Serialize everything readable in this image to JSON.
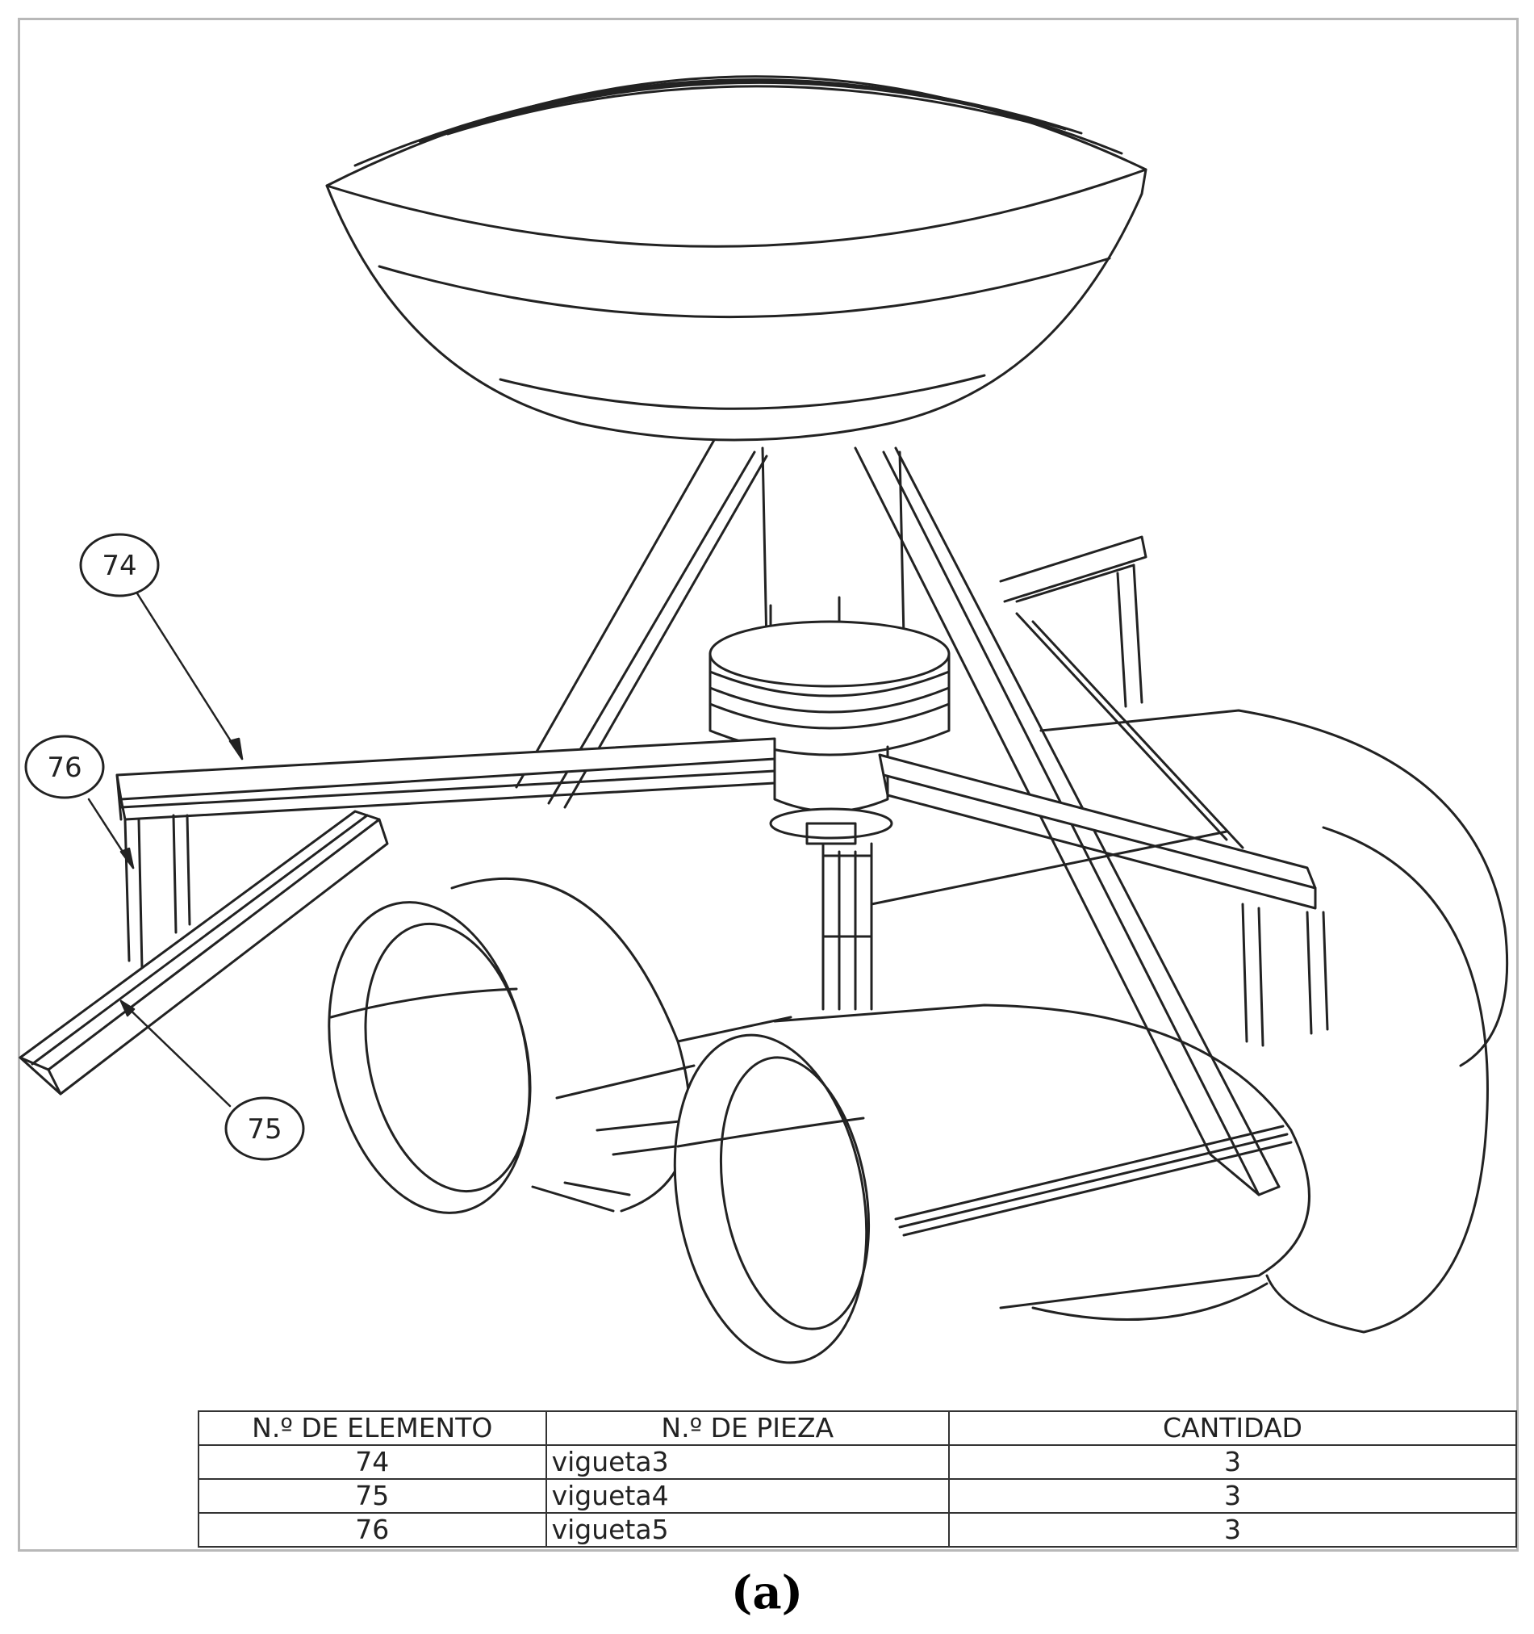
{
  "callouts": [
    {
      "label": "74",
      "icon": "balloon-callout"
    },
    {
      "label": "76",
      "icon": "balloon-callout"
    },
    {
      "label": "75",
      "icon": "balloon-callout"
    }
  ],
  "bom_table": {
    "headers": [
      "N.º DE ELEMENTO",
      "N.º DE PIEZA",
      "CANTIDAD"
    ],
    "rows": [
      {
        "element": "74",
        "part": "vigueta3",
        "qty": "3"
      },
      {
        "element": "75",
        "part": "vigueta4",
        "qty": "3"
      },
      {
        "element": "76",
        "part": "vigueta5",
        "qty": "3"
      }
    ]
  },
  "caption": "(a)",
  "colors": {
    "line": "#222222",
    "frame": "#b8b8b8",
    "background": "#ffffff"
  }
}
